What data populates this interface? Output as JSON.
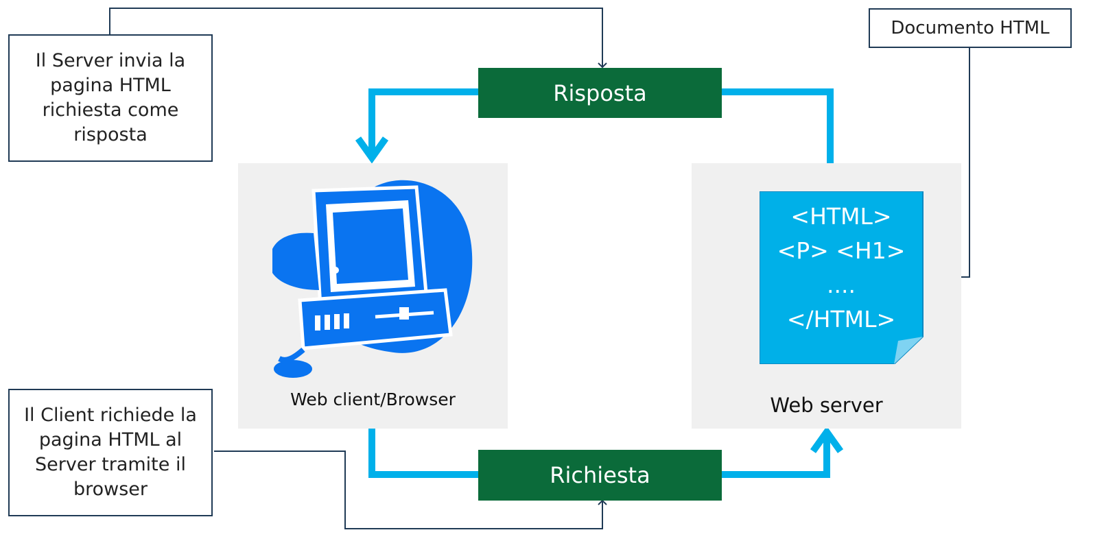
{
  "notes": {
    "server_sends": "Il Server invia la\npagina HTML\nrichiesta come\nrisposta",
    "client_requests": "Il Client richiede la\npagina HTML al\nServer tramite il\nbrowser",
    "html_document": "Documento HTML"
  },
  "flow": {
    "response_label": "Risposta",
    "request_label": "Richiesta"
  },
  "client": {
    "caption": "Web client/Browser",
    "icon": "computer-icon"
  },
  "server": {
    "caption": "Web server",
    "icon": "html-document-icon",
    "document_lines": [
      "<HTML>",
      "<P> <H1>",
      "....",
      "</HTML>"
    ]
  },
  "colors": {
    "flow_arrow": "#00b0ea",
    "label_box": "#0b6b3a",
    "connector": "#1f3a55",
    "computer": "#0a74f0",
    "document": "#00b0e8",
    "panel": "#f0f0f0"
  }
}
